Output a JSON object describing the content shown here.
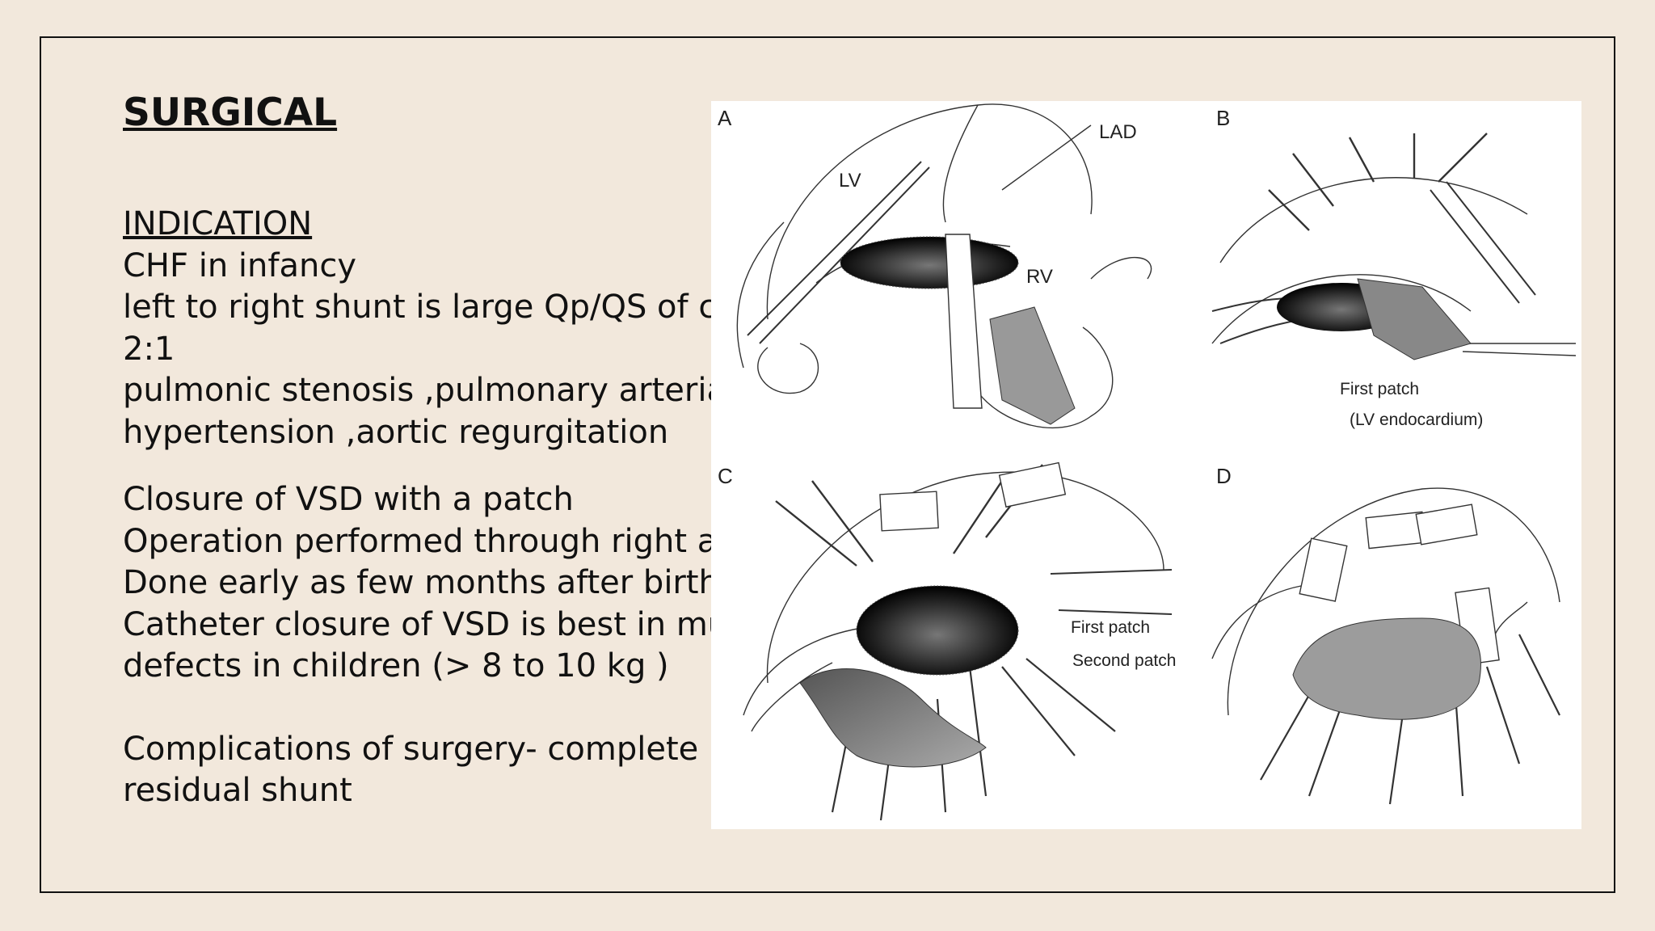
{
  "slide": {
    "title": "SURGICAL",
    "indication_heading": "INDICATION",
    "indication_lines": [
      "CHF in  infancy",
      "left to right shunt is large Qp/QS  of c",
      "2:1",
      "pulmonic stenosis ,pulmonary arteria",
      "hypertension ,aortic regurgitation"
    ],
    "procedure_lines": [
      "Closure of VSD with a patch",
      "Operation performed through right a",
      "Done early as few months after birth",
      "Catheter closure of VSD  is best in mu",
      "defects in children (> 8 to 10 kg )"
    ],
    "complication_lines": [
      "Complications of surgery- complete h",
      "residual shunt"
    ]
  },
  "figure": {
    "panel_labels": [
      "A",
      "B",
      "C",
      "D"
    ],
    "labels": {
      "lv": "LV",
      "lad": "LAD",
      "rv": "RV",
      "first_patch_b": "First patch",
      "lv_endocardium": "(LV endocardium)",
      "first_patch_c": "First patch",
      "second_patch": "Second patch"
    }
  }
}
